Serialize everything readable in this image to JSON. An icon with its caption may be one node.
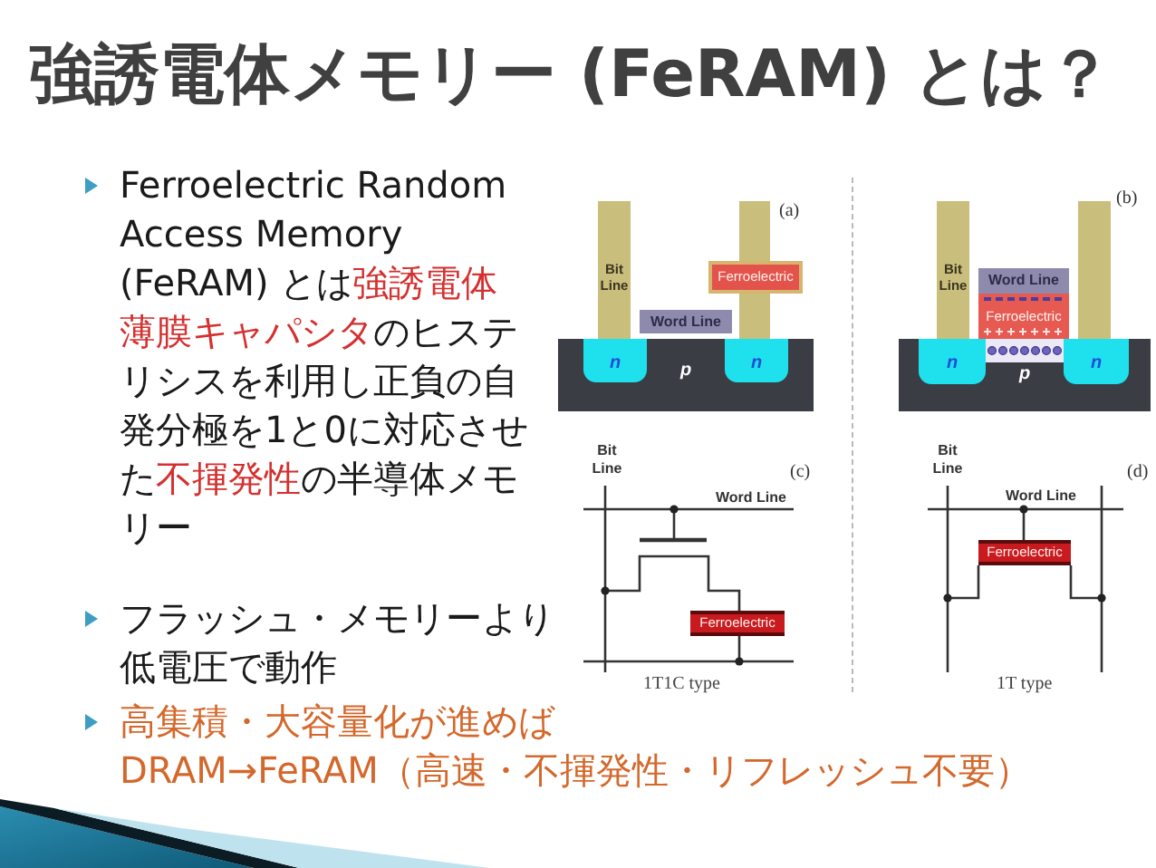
{
  "diagram": {
    "title": "強誘電体メモリー (FeRAM) とは？",
    "nodes": [
      {
        "text": [
          "Bit Line"
        ]
      },
      {
        "text": [],
        "shape": "bar"
      },
      {
        "text": [
          "Ferroelectric"
        ]
      },
      {
        "text": [
          "Word Line"
        ]
      },
      {
        "text": [
          "p"
        ]
      },
      {
        "text": [
          "n"
        ],
        "in": 4
      },
      {
        "text": [
          "n"
        ],
        "in": 4
      },
      {
        "text": [
          "Bit Line"
        ]
      },
      {
        "text": [
          "Word Line"
        ]
      },
      {
        "text": [
          "Ferroelectric"
        ]
      },
      {
        "text": [],
        "shape": "bar"
      },
      {
        "text": [
          "p"
        ]
      },
      {
        "text": [
          "n"
        ],
        "in": 11
      },
      {
        "text": [
          "n"
        ],
        "in": 11
      },
      {
        "text": [
          "Ferroelectric"
        ]
      },
      {
        "text": [
          "Ferroelectric"
        ]
      }
    ],
    "labels": [
      "Ferroelectric Random Access Memory (FeRAM) とは**強誘電体薄膜キャパシタ**のヒステリシスを利用し正負の自発分極を1と0に対応させた**不揮発性**の半導体メモリー",
      "フラッシュ・メモリーより低電圧で動作",
      "高集積・大容量化が進めばDRAM→FeRAM（高速・不揮発性・リフレッシュ不要）",
      "(a)",
      "(b)",
      "Bit Line",
      "(c)",
      "Word Line",
      "Bit Line",
      "(d)",
      "Word Line",
      "1T1C type",
      "1T type"
    ]
  }
}
